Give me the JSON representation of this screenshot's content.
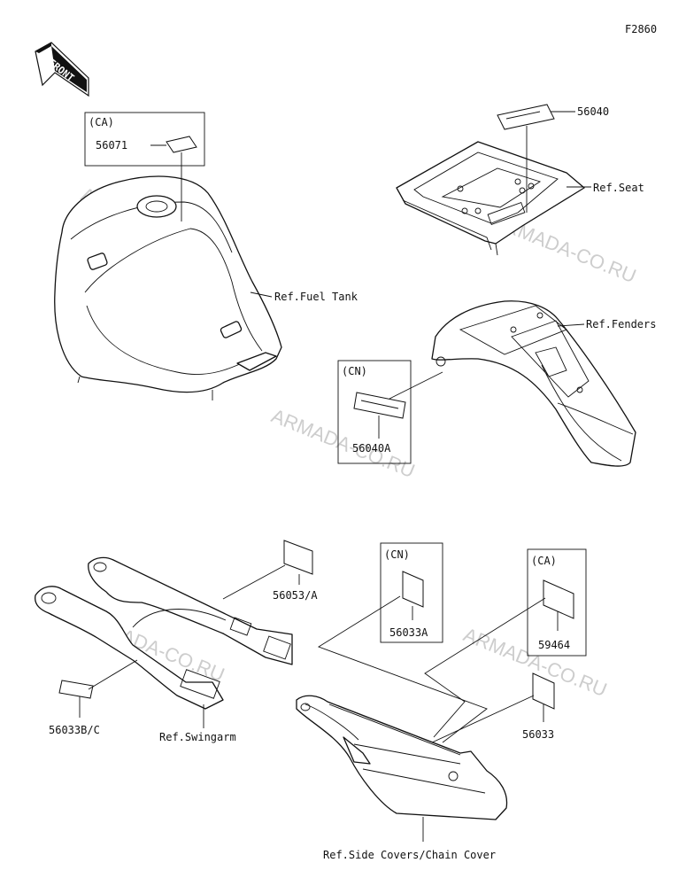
{
  "figure_code": "F2860",
  "front_label": "FRONT",
  "watermark": "ARMADA-CO.RU",
  "parts": {
    "p56040": "56040",
    "p56071": "56071",
    "p56040A": "56040A",
    "p56053A": "56053/A",
    "p56033A": "56033A",
    "p59464": "59464",
    "p56033BC": "56033B/C",
    "p56033": "56033"
  },
  "refs": {
    "seat": "Ref.Seat",
    "fuel_tank": "Ref.Fuel Tank",
    "fenders": "Ref.Fenders",
    "swingarm": "Ref.Swingarm",
    "side_covers": "Ref.Side Covers/Chain Cover"
  },
  "regions": {
    "ca_tank": "(CA)",
    "cn_fender": "(CN)",
    "cn_side": "(CN)",
    "ca_side": "(CA)"
  }
}
